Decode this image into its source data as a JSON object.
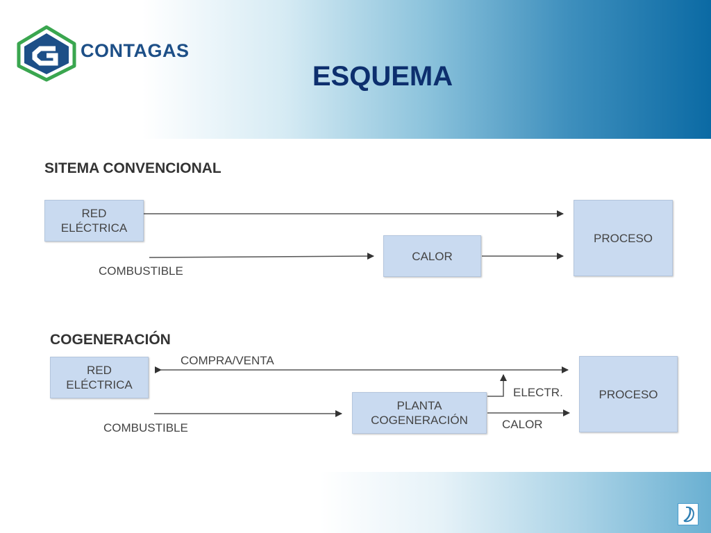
{
  "header": {
    "brand": "CONTAGAS",
    "title": "ESQUEMA"
  },
  "conventional": {
    "title": "SITEMA CONVENCIONAL",
    "red_electrica": "RED\nELÉCTRICA",
    "proceso": "PROCESO",
    "calor": "CALOR",
    "combustible": "COMBUSTIBLE"
  },
  "cogeneration": {
    "title": "COGENERACIÓN",
    "red_electrica": "RED\nELÉCTRICA",
    "proceso": "PROCESO",
    "planta": "PLANTA\nCOGENERACIÓN",
    "compra_venta": "COMPRA/VENTA",
    "electr": "ELECTR.",
    "calor": "CALOR",
    "combustible": "COMBUSTIBLE"
  },
  "colors": {
    "box_fill": "#c9daf0",
    "title": "#0d2f6e",
    "brand": "#1d4f87",
    "logo_green": "#3aa64f",
    "arrow": "#333333"
  },
  "icons": [
    "contagas-logo-icon",
    "brand-corner-icon"
  ]
}
